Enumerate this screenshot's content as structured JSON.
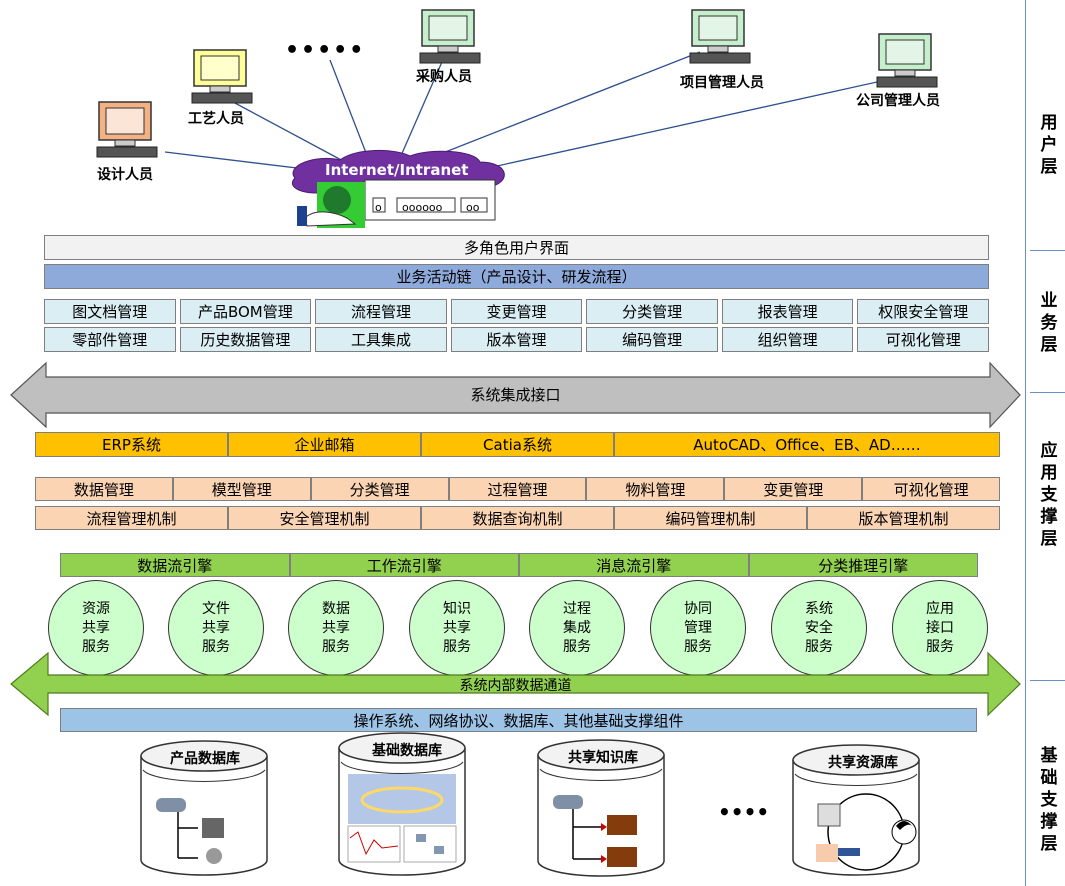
{
  "layers": [
    {
      "label": "用\n户\n层"
    },
    {
      "label": "业\n务\n层"
    },
    {
      "label": "应\n用\n支\n撑\n层"
    },
    {
      "label": "基\n础\n支\n撑\n层"
    }
  ],
  "user_layer": {
    "network": "Internet/Intranet",
    "device_digits": "oooooo",
    "device_oo": "oo",
    "device_o": "o",
    "ellipsis": "•••••",
    "users": [
      {
        "label": "设计人员"
      },
      {
        "label": "工艺人员"
      },
      {
        "label": "采购人员"
      },
      {
        "label": "项目管理人员"
      },
      {
        "label": "公司管理人员"
      }
    ]
  },
  "business_layer": {
    "ui_bar": "多角色用户界面",
    "chain_bar": "业务活动链（产品设计、研发流程）",
    "row1": [
      "图文档管理",
      "产品BOM管理",
      "流程管理",
      "变更管理",
      "分类管理",
      "报表管理",
      "权限安全管理"
    ],
    "row2": [
      "零部件管理",
      "历史数据管理",
      "工具集成",
      "版本管理",
      "编码管理",
      "组织管理",
      "可视化管理"
    ]
  },
  "integration_arrow": "系统集成接口",
  "app_layer": {
    "systems": [
      "ERP系统",
      "企业邮箱",
      "Catia系统",
      "AutoCAD、Office、EB、AD……"
    ],
    "row1": [
      "数据管理",
      "模型管理",
      "分类管理",
      "过程管理",
      "物料管理",
      "变更管理",
      "可视化管理"
    ],
    "row2": [
      "流程管理机制",
      "安全管理机制",
      "数据查询机制",
      "编码管理机制",
      "版本管理机制"
    ],
    "engines": [
      "数据流引擎",
      "工作流引擎",
      "消息流引擎",
      "分类推理引擎"
    ],
    "services": [
      {
        "l1": "资源",
        "l2": "共享",
        "l3": "服务"
      },
      {
        "l1": "文件",
        "l2": "共享",
        "l3": "服务"
      },
      {
        "l1": "数据",
        "l2": "共享",
        "l3": "服务"
      },
      {
        "l1": "知识",
        "l2": "共享",
        "l3": "服务"
      },
      {
        "l1": "过程",
        "l2": "集成",
        "l3": "服务"
      },
      {
        "l1": "协同",
        "l2": "管理",
        "l3": "服务"
      },
      {
        "l1": "系统",
        "l2": "安全",
        "l3": "服务"
      },
      {
        "l1": "应用",
        "l2": "接口",
        "l3": "服务"
      }
    ]
  },
  "data_channel_arrow": "系统内部数据通道",
  "base_layer": {
    "os_bar": "操作系统、网络协议、数据库、其他基础支撑组件",
    "databases": [
      "产品数据库",
      "基础数据库",
      "共享知识库",
      "共享资源库"
    ],
    "ellipsis": "••••"
  },
  "colors": {
    "chain_blue": "#8eaadb",
    "ui_gray": "#f2f2f2",
    "module_cyan": "#daeef3",
    "system_yellow": "#ffc000",
    "mgmt_peach": "#fbd4b4",
    "engine_green": "#92d050",
    "service_green": "#ccffcc",
    "os_blue": "#9dc3e6",
    "network_purple": "#7030a0"
  }
}
